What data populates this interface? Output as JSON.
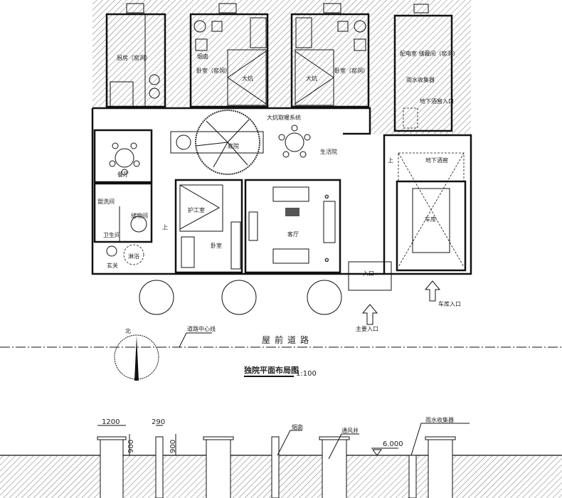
{
  "plan": {
    "title": "独院平面布局图",
    "scale": "1:100",
    "north": "北",
    "road": "屋前道路",
    "road_centerline": "道路中心线",
    "rooms": {
      "kitchen": "厨房（窑洞）",
      "bedroom_left": "卧室（窑洞）",
      "bedroom_right": "卧室（窑洞）",
      "kang_left": "大炕",
      "kang_right": "大炕",
      "chimney": "烟囱",
      "kang_system": "大炕取暖系统",
      "storage": "配电室  储藏间（窑洞）",
      "collector": "雨水收集器",
      "cellar_entry": "地下酒窖入口",
      "dining": "餐厅",
      "courtyard": "庭院",
      "nurse": "护工室",
      "bedroom": "卧室",
      "living": "客厅",
      "wash": "盥洗间",
      "utility": "储物间",
      "toilet": "卫生间",
      "entry_left": "玄关",
      "shower": "淋浴",
      "garden": "生活院",
      "cellar": "地下酒窖",
      "garage": "车库",
      "entrance": "入口",
      "main_entrance": "主要入口",
      "garage_entrance": "车库入口",
      "up": "上"
    }
  },
  "section": {
    "dim_width": "1200",
    "dim_chimney": "290",
    "dim_height_1": "900",
    "dim_height_2": "900",
    "chimney_label": "烟囱",
    "vent_label": "通风井",
    "collector_label": "雨水收集器",
    "elevation": "6.000"
  }
}
